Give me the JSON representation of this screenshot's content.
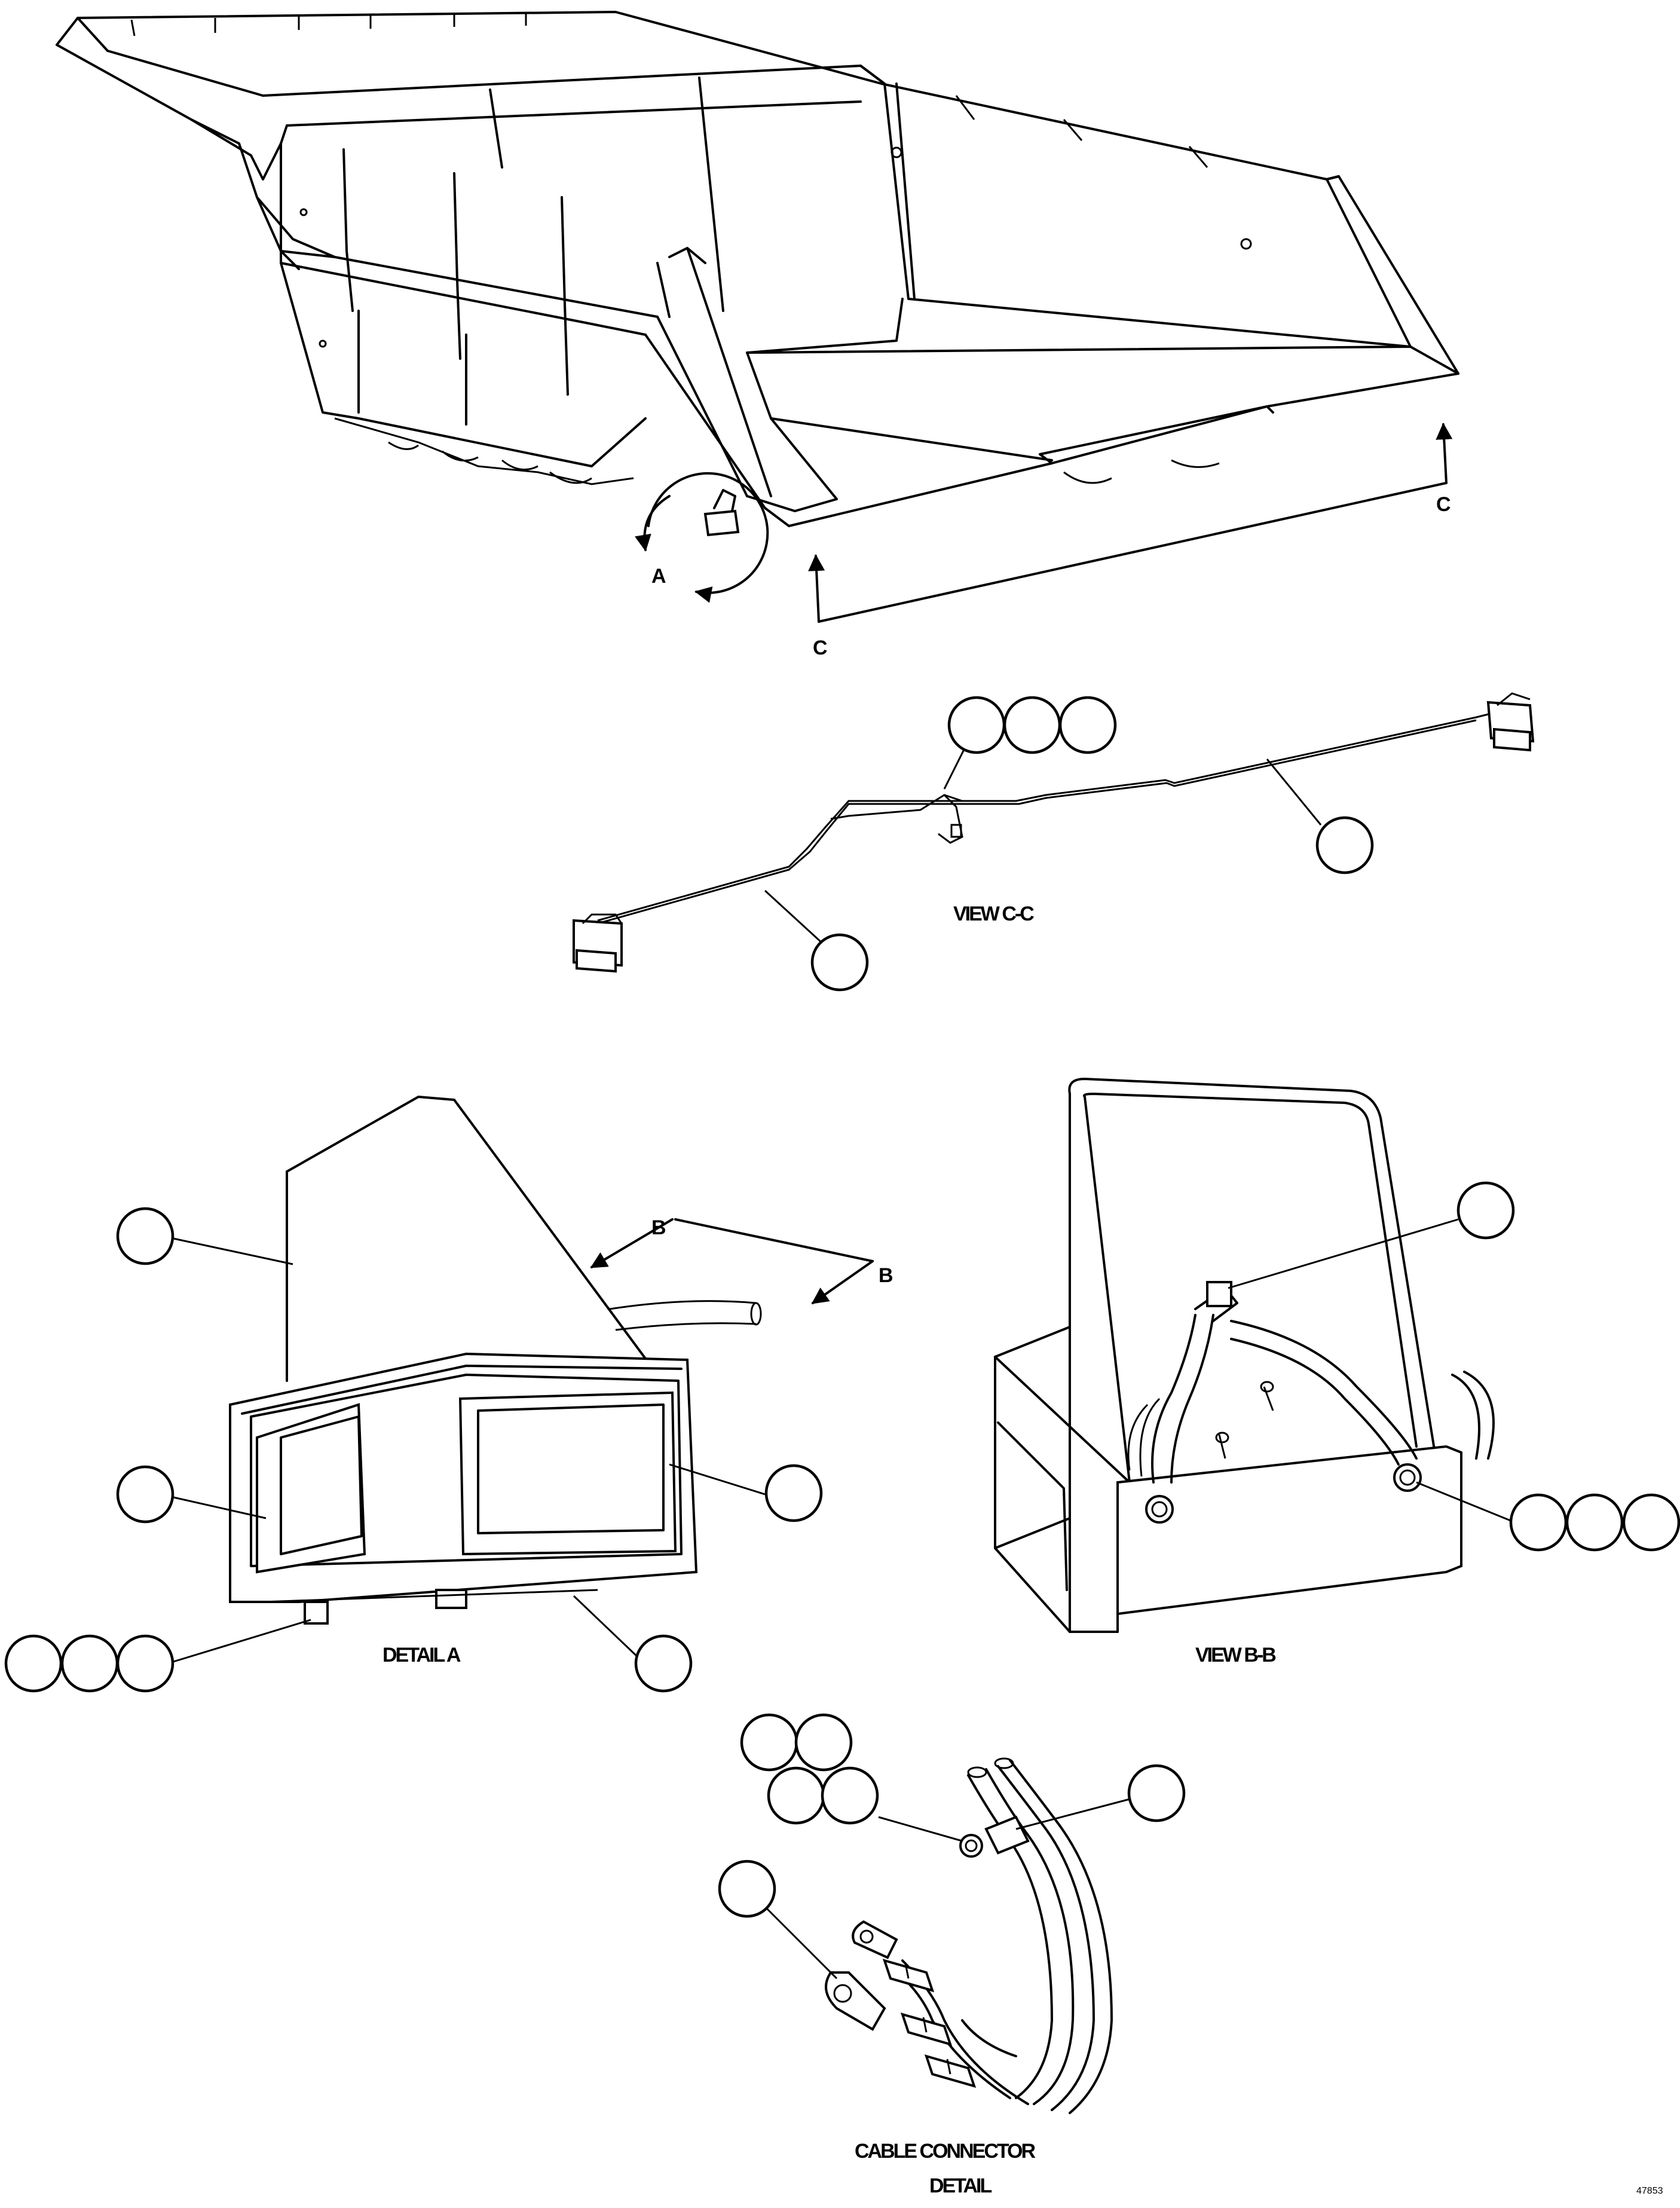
{
  "view_cc_label": "VIEW C-C",
  "detail_a_label": "DETAIL A",
  "view_bb_label": "VIEW B-B",
  "cable_connector_line1": "CABLE CONNECTOR",
  "cable_connector_line2": "DETAIL",
  "section_letters": {
    "a": "A",
    "b1": "B",
    "b2": "B",
    "c1": "C",
    "c2": "C"
  },
  "drawing_number": "47853"
}
